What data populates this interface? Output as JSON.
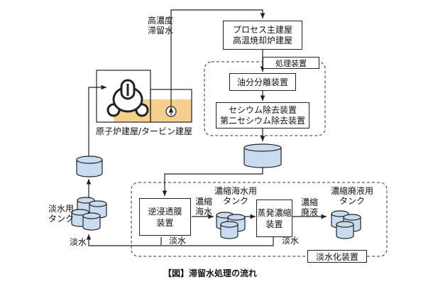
{
  "labels": {
    "high_conc_water_1": "高濃度",
    "high_conc_water_2": "滞留水",
    "reactor_building": "原子炉建屋/タービン建屋",
    "process_building_1": "プロセス主建屋",
    "process_building_2": "高温焼却炉建屋",
    "treatment_unit": "処理装置",
    "oil_separator": "油分分離装置",
    "cesium_removal_1": "セシウム除去装置",
    "cesium_removal_2": "第二セシウム除去装置",
    "freshwater_tank_1": "淡水用",
    "freshwater_tank_2": "タンク",
    "freshwater_left": "淡水",
    "ro_unit_1": "逆浸透膜",
    "ro_unit_2": "装置",
    "concentrated_seawater_flow_1": "濃縮",
    "concentrated_seawater_flow_2": "海水",
    "concentrated_seawater_tank_1": "濃縮海水用",
    "concentrated_seawater_tank_2": "タンク",
    "evaporator_1": "蒸発濃縮",
    "evaporator_2": "装置",
    "waste_flow_1": "濃縮",
    "waste_flow_2": "廃液",
    "waste_tank_1": "濃縮廃液用",
    "waste_tank_2": "タンク",
    "freshwater_ro": "淡水",
    "freshwater_evap": "淡水",
    "desalination_unit": "淡水化装置",
    "caption": "【図】滞留水処理の流れ"
  },
  "colors": {
    "tank_fill": "#c9dbef",
    "water_fill": "#f6cf8e",
    "line": "#222222"
  }
}
